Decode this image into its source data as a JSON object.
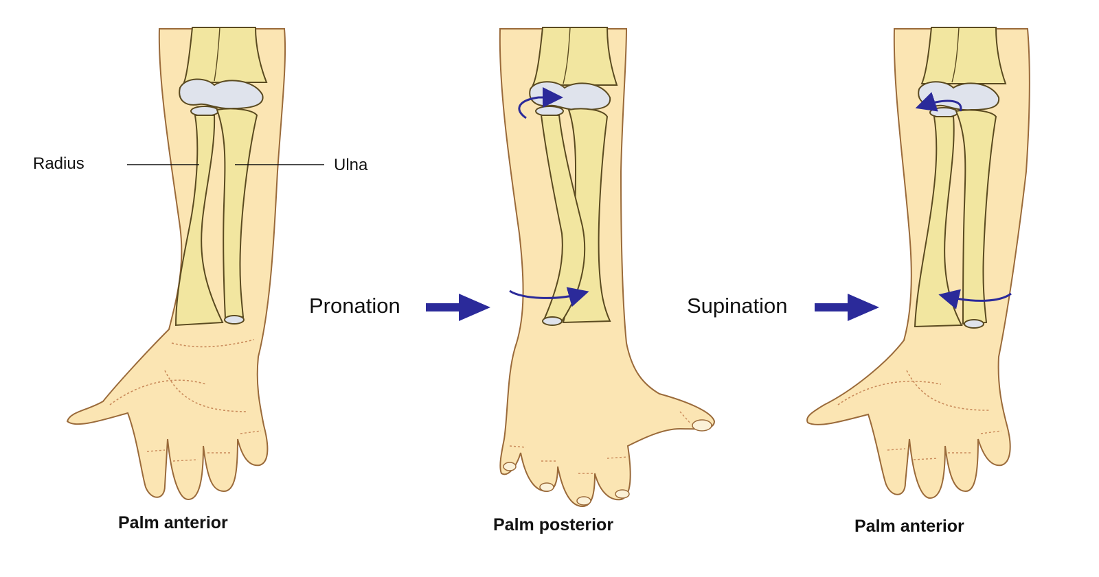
{
  "labels": {
    "radius": "Radius",
    "ulna": "Ulna",
    "pronation": "Pronation",
    "supination": "Supination"
  },
  "captions": {
    "left": "Palm anterior",
    "middle": "Palm posterior",
    "right": "Palm anterior"
  },
  "colors": {
    "skin": "#fbe5b3",
    "skin_outline": "#9a6a3a",
    "bone": "#f2e6a0",
    "bone_outline": "#5a4a20",
    "cartilage": "#dfe3ec",
    "arrow": "#2b2a9a",
    "crease": "#c98a5a"
  }
}
